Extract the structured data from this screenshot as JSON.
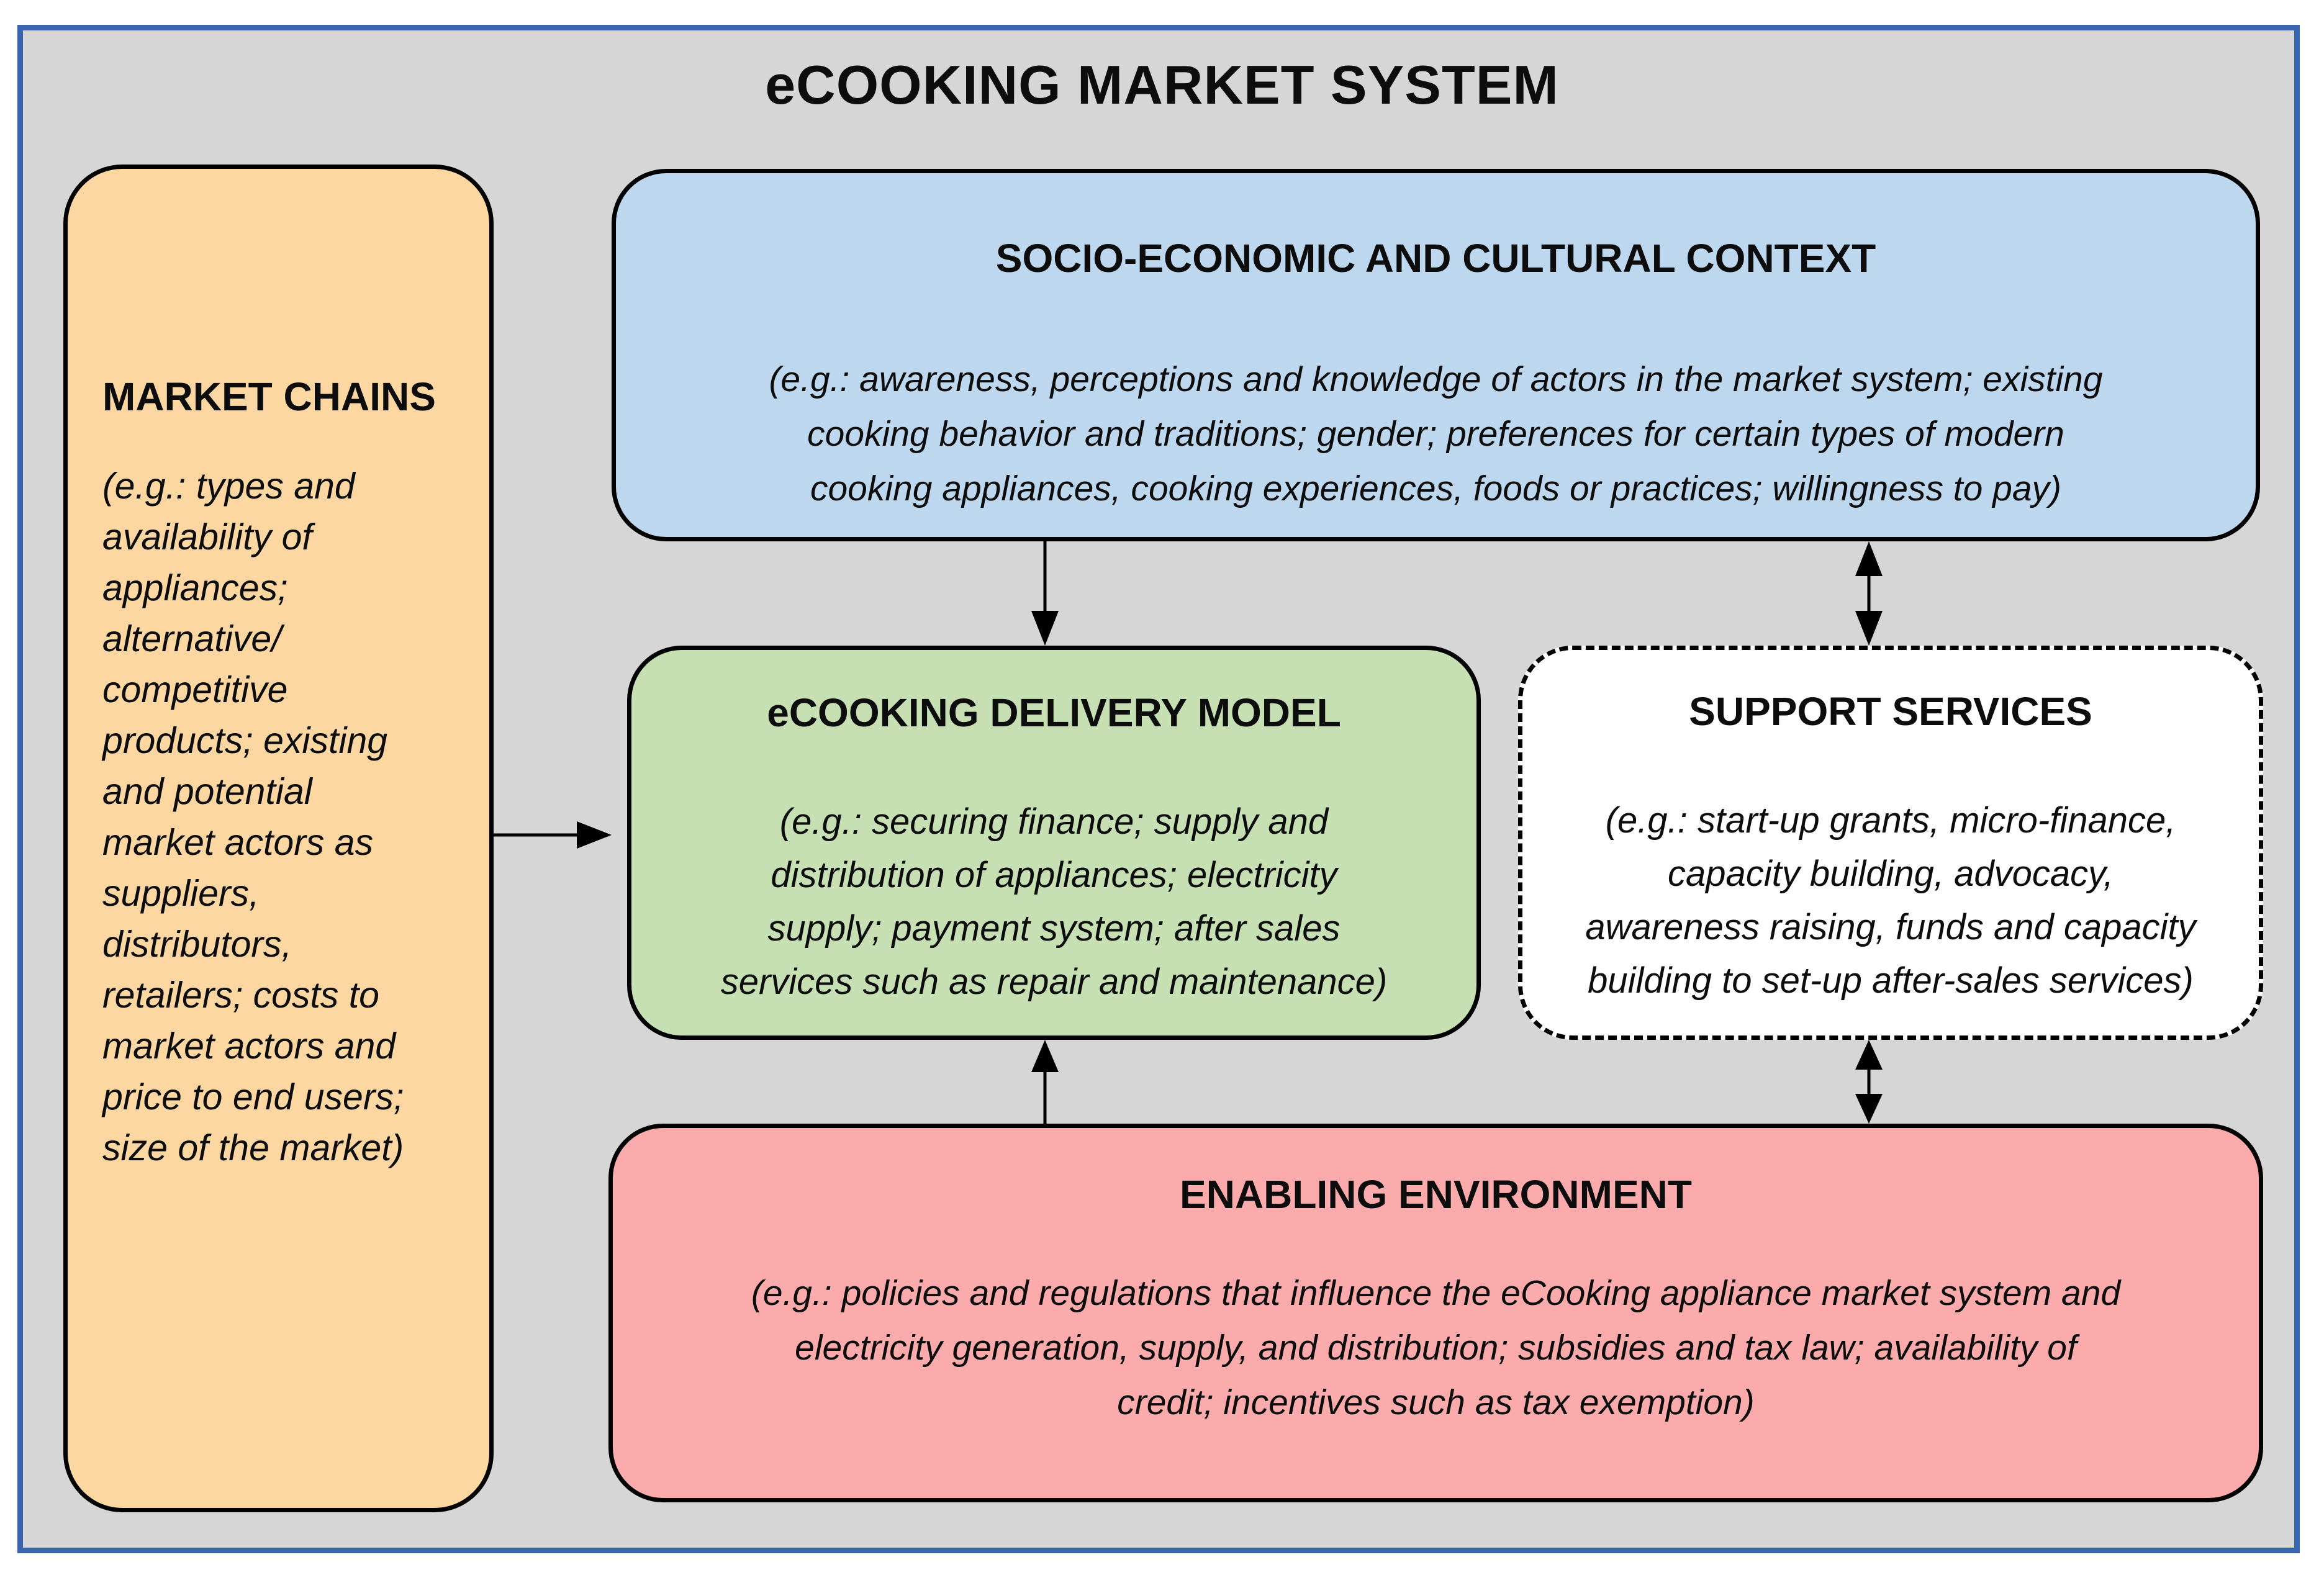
{
  "title": "eCOOKING MARKET SYSTEM",
  "boxes": {
    "market_chains": {
      "heading": "MARKET CHAINS",
      "body": "(e.g.: types and\navailability of\nappliances;\nalternative/\ncompetitive\nproducts; existing\nand potential\nmarket actors as\nsuppliers,\ndistributors,\nretailers; costs to\nmarket actors and\nprice to end users;\nsize of the market)"
    },
    "socio_economic": {
      "heading": "SOCIO-ECONOMIC AND CULTURAL CONTEXT",
      "body": "(e.g.: awareness, perceptions and knowledge of actors in the market system; existing\ncooking behavior and traditions; gender; preferences for certain types of modern\ncooking appliances, cooking experiences, foods or practices; willingness to pay)"
    },
    "delivery_model": {
      "heading": "eCOOKING DELIVERY MODEL",
      "body": "(e.g.: securing finance; supply and\ndistribution of appliances; electricity\nsupply; payment system; after sales\nservices such as repair and maintenance)"
    },
    "support_services": {
      "heading": "SUPPORT SERVICES",
      "body": "(e.g.: start-up grants, micro-finance,\ncapacity building, advocacy,\nawareness raising, funds and capacity\nbuilding to set-up after-sales services)"
    },
    "enabling_environment": {
      "heading": "ENABLING ENVIRONMENT",
      "body": "(e.g.: policies and regulations that influence the eCooking appliance market system and\nelectricity generation, supply, and distribution; subsidies and tax law; availability of\ncredit; incentives such as tax exemption)"
    }
  },
  "arrows": [
    {
      "id": "socio-to-delivery",
      "type": "single",
      "direction": "down",
      "from": "socio_economic",
      "to": "delivery_model"
    },
    {
      "id": "socio-support",
      "type": "double",
      "direction": "vertical",
      "from": "socio_economic",
      "to": "support_services"
    },
    {
      "id": "market-chains-to-delivery",
      "type": "single",
      "direction": "right",
      "from": "market_chains",
      "to": "delivery_model"
    },
    {
      "id": "enabling-to-delivery",
      "type": "single",
      "direction": "up",
      "from": "enabling_environment",
      "to": "delivery_model"
    },
    {
      "id": "support-enabling",
      "type": "double",
      "direction": "vertical",
      "from": "support_services",
      "to": "enabling_environment"
    }
  ],
  "colors": {
    "page_background": "#ffffff",
    "diagram_background": "#d6d6d6",
    "frame_border": "#3a64b0",
    "box_border": "#000000",
    "market_chains_fill": "#fcd7a2",
    "socio_economic_fill": "#bdd7ee",
    "delivery_model_fill": "#c6e0b4",
    "support_services_fill": "#ffffff",
    "enabling_environment_fill": "#fbabab",
    "text": "#0d0d0d"
  }
}
